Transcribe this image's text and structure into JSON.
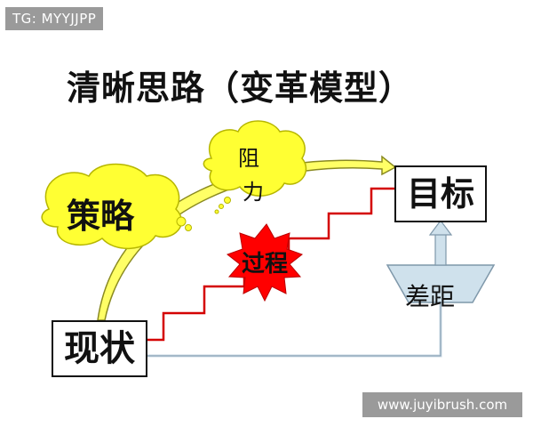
{
  "tg_label": "TG: MYYJJPP",
  "title": "清晰思路（变革模型）",
  "current_state": "现状",
  "goal": "目标",
  "strategy": "策略",
  "resistance_line1": "阻",
  "resistance_line2": "力",
  "process": "过程",
  "gap": "差距",
  "watermark": "www.juyibrush.com",
  "icons": [
    "current-state-box",
    "goal-box",
    "strategy-cloud",
    "resistance-cloud",
    "process-starburst",
    "gap-funnel",
    "arrow-up-icon",
    "staircase-line",
    "curve-arrow"
  ],
  "colors": {
    "cloud_fill": "#ffff33",
    "cloud_stroke": "#b6b600",
    "stair_line": "#d40000",
    "starburst": "#ff0000",
    "curve_fill": "#ffff66",
    "connector": "#c8d9e6"
  }
}
